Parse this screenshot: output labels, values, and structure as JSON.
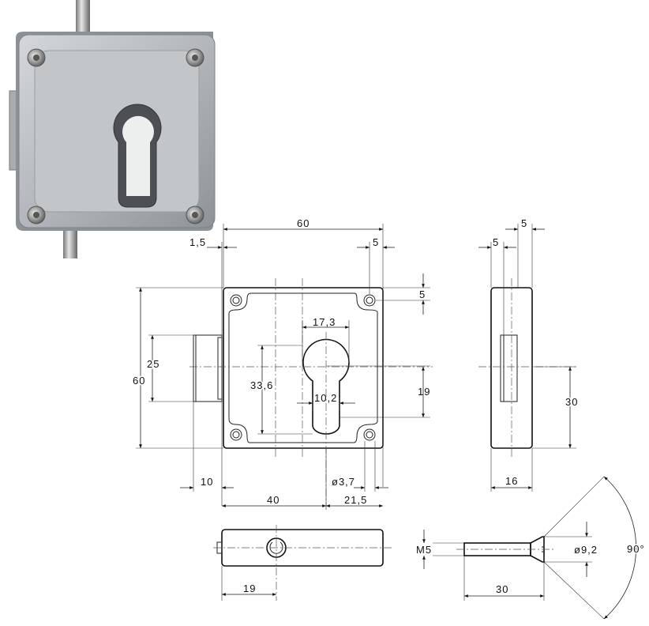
{
  "photo": {
    "description_label": "lock-photo"
  },
  "front_view": {
    "dims": {
      "width": "60",
      "offset_left": "1,5",
      "hole_offset_x": "5",
      "hole_offset_y": "5",
      "height": "60",
      "bolt_height": "25",
      "keyhole_height": "33,6",
      "keyhole_top_width": "17,3",
      "keyhole_slot_width": "10,2",
      "keyhole_offset": "19",
      "bolt_projection": "10",
      "hole_diameter": "ø3,7",
      "backset": "40",
      "keyhole_to_edge": "21,5"
    }
  },
  "side_view": {
    "dims": {
      "top_offset": "5",
      "left_offset": "5",
      "height": "30",
      "depth": "16"
    }
  },
  "bottom_view": {
    "dims": {
      "bolt_offset": "19"
    }
  },
  "screw": {
    "dims": {
      "thread": "M5",
      "length": "30",
      "head_diameter": "ø9,2",
      "head_angle": "90°"
    }
  },
  "colors": {
    "line": "#222222",
    "metal": "#b8bcc0"
  }
}
